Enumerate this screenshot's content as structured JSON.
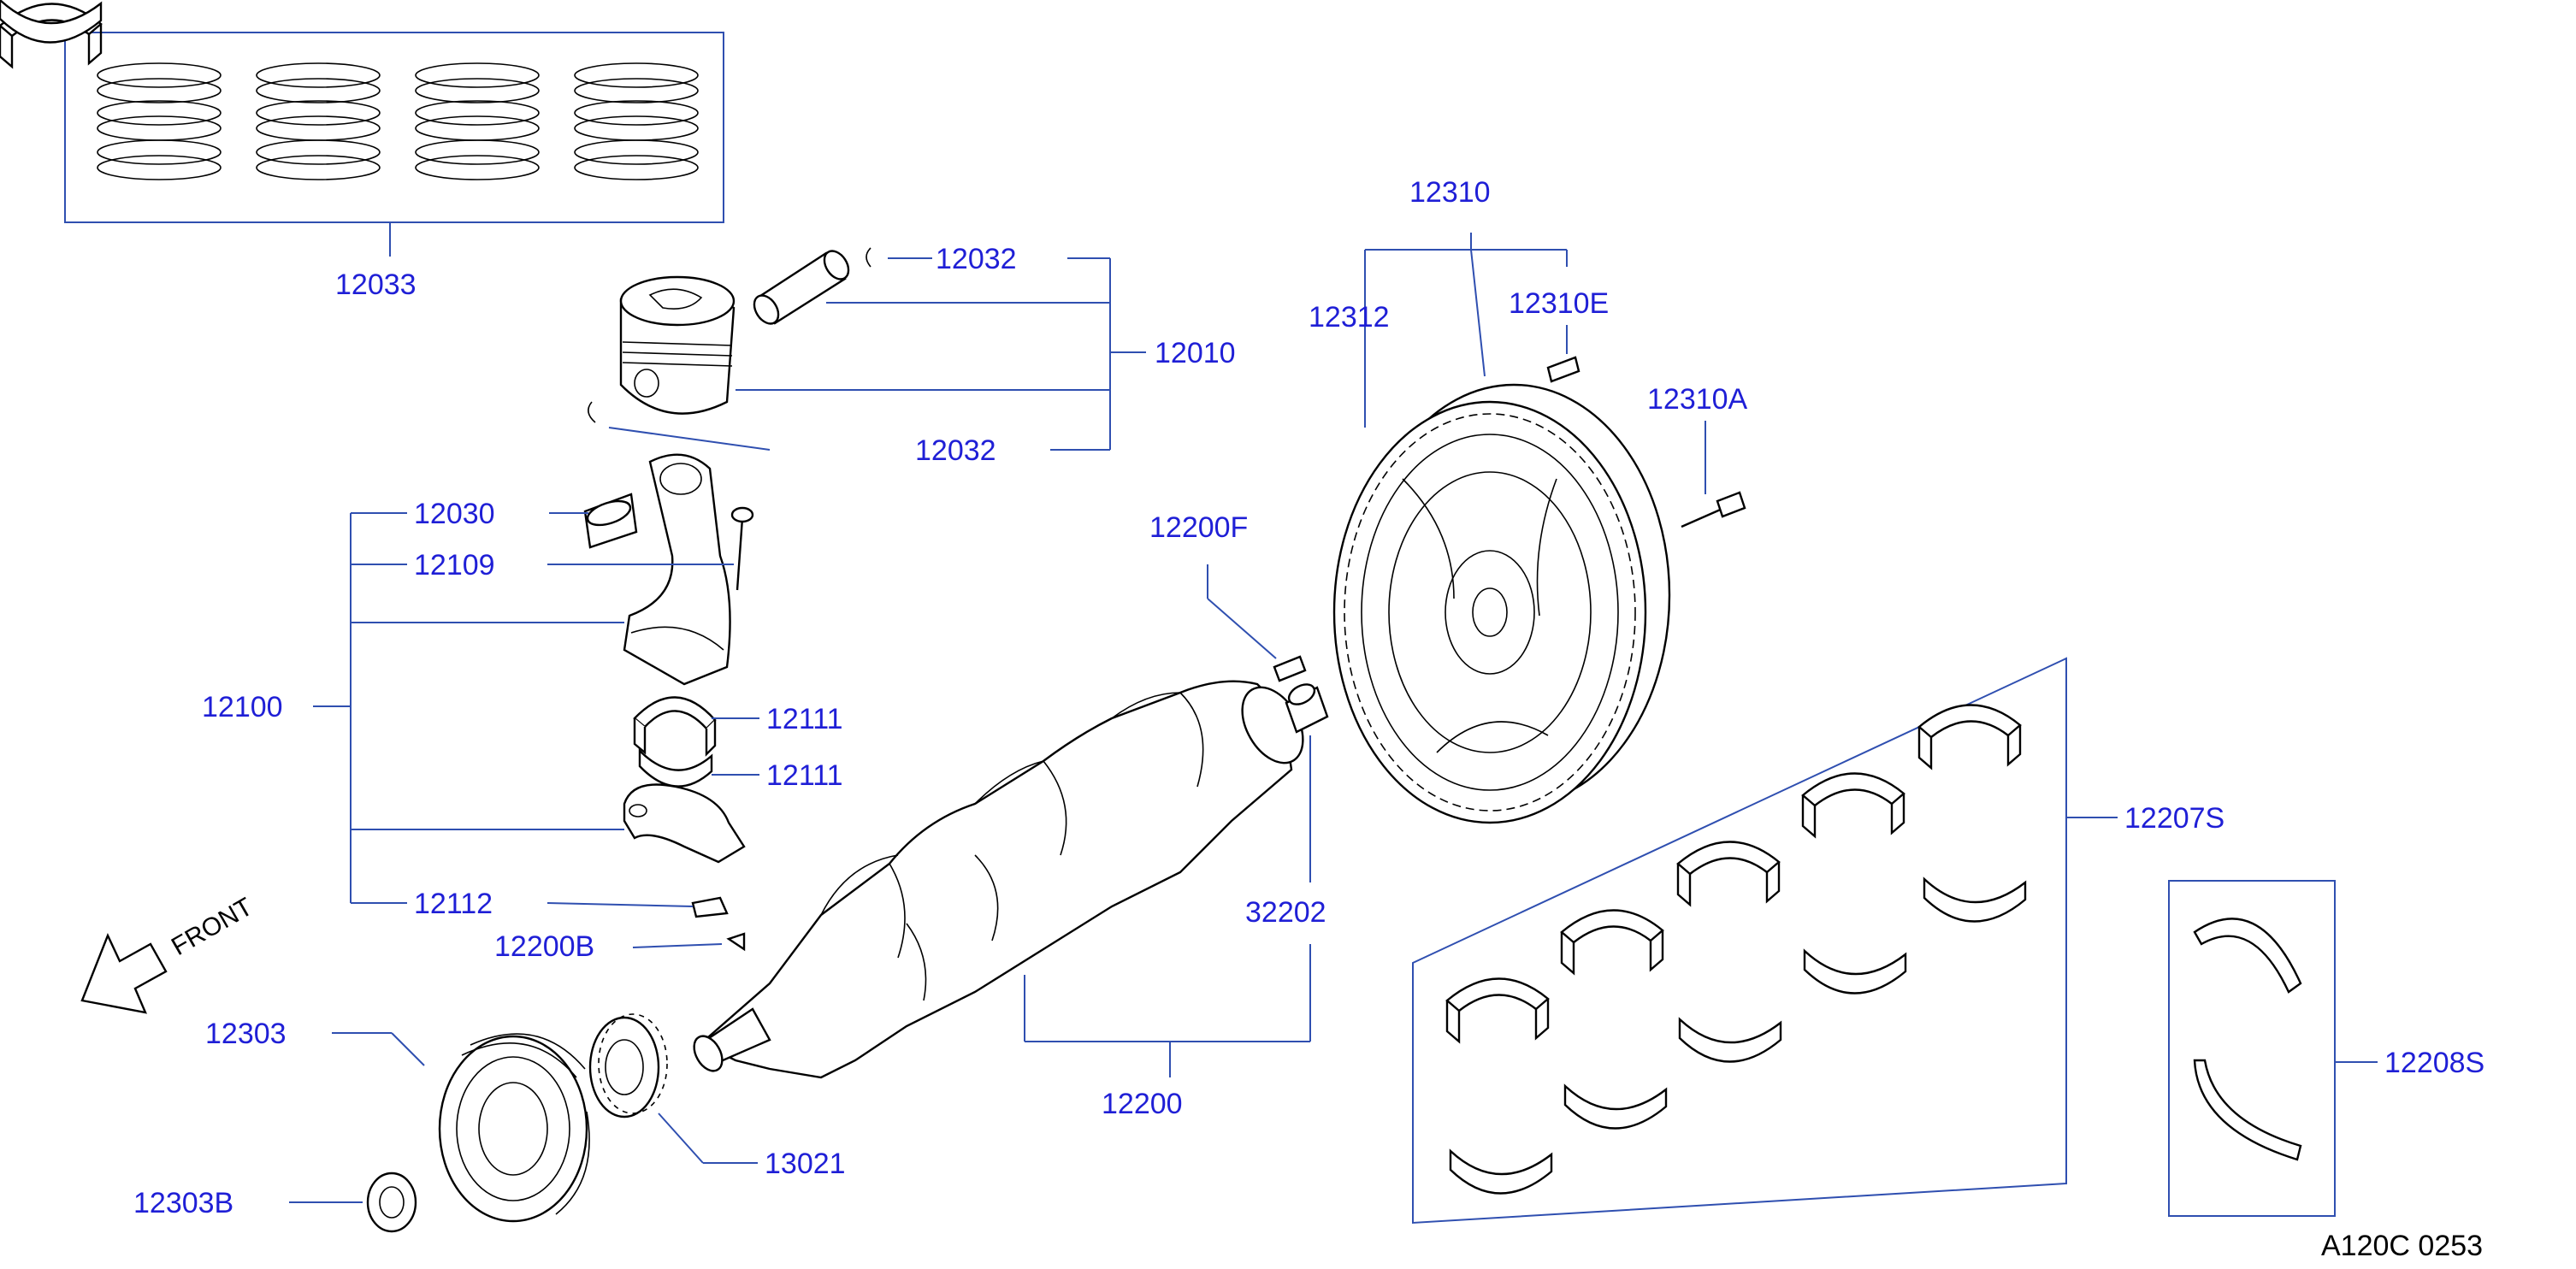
{
  "diagram": {
    "labels": {
      "p12033": "12033",
      "p12032a": "12032",
      "p12010": "12010",
      "p12032b": "12032",
      "p12030": "12030",
      "p12109": "12109",
      "p12100": "12100",
      "p12111a": "12111",
      "p12111b": "12111",
      "p12112": "12112",
      "p12200B": "12200B",
      "p12303": "12303",
      "p12303B": "12303B",
      "p13021": "13021",
      "p12200": "12200",
      "p32202": "32202",
      "p12200F": "12200F",
      "p12310": "12310",
      "p12312": "12312",
      "p12310E": "12310E",
      "p12310A": "12310A",
      "p12207S": "12207S",
      "p12208S": "12208S"
    },
    "front": "FRONT",
    "reference": "A120C   0253",
    "colors": {
      "callout": "#1f1fd6",
      "leader": "#2f4fb0",
      "part": "#000000"
    }
  }
}
